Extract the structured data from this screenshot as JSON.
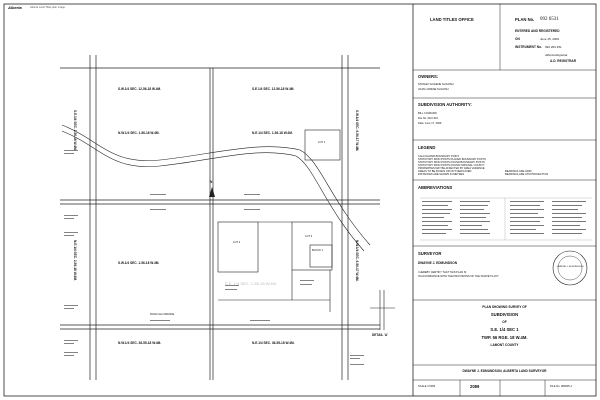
{
  "header": {
    "logo": "Alberta",
    "disclaimer": "Alberta Land Titles plan image"
  },
  "titleblock": {
    "office": "LAND TITLES OFFICE",
    "plan_label": "PLAN No.",
    "plan_number": "092 6531",
    "entered_label": "ENTERED AND REGISTERED",
    "on_label": "ON",
    "on_date": "June 15, 2009",
    "instrument_label": "INSTRUMENT No.",
    "instrument_number": "092 263 451",
    "registrar_signature": "Alberta Registrar",
    "registrar_title": "A.D. REGISTRAR",
    "owners_heading": "OWNERS:",
    "owners": [
      "STANLEY EUGENE SLIGOSH",
      "JOAN LORENE SLIGOSH"
    ],
    "subdivision_authority_heading": "SUBDIVISION AUTHORITY:",
    "authority_lines": [
      "BILL COLBURN",
      "File No. 08-0-010",
      "Date: June 17, 2009"
    ],
    "legend_heading": "LEGEND",
    "legend_lines": [
      "CALCULATED BOUNDARY POINT",
      "STATUTORY IRON POSTS PLACED BOUNDARY POSTS",
      "STATUTORY IRON POSTS FOUND BOUNDARY POSTS",
      "STATUTORY IRON POSTS FOUND ORIGINAL COUNTY",
      "PROPERTIES MAY BE AFFECTED BY AREA VARIANCE",
      "AREAS TO BE ROADS OR NOT DEDICATED",
      "DISTANCES ARE SHOWN IN METRES",
      "BEARINGS ARE GRID",
      "BEARINGS ARE UTM PROJECTION"
    ],
    "abbreviations_heading": "ABBREVIATIONS",
    "surveyor_heading": "SURVEYOR",
    "surveyor_name": "DWAYNE J. EDMUNDSON",
    "surveyor_lines": [
      "I HEREBY CERTIFY THAT THIS PLAN IS",
      "IN ACCORDANCE WITH THE PROVISIONS OF THE SURVEYS ACT"
    ],
    "stamp_text": "DWAYNE J. EDMUNDSON",
    "plan_showing_label": "PLAN SHOWING SURVEY OF",
    "subdivision_label": "SUBDIVISION",
    "of_label": "OF",
    "legal_1": "S.E. 1/4 SEC 1",
    "legal_2": "TWP. 56 RGE. 18 W.4M.",
    "county": "LAMONT COUNTY",
    "firm_line": "DWAYNE J. EDMUNDSON, ALBERTA LAND SURVEYOR",
    "scale_label": "SCALE 1:5000",
    "plan_code": "2089",
    "file_label": "FILE No. 080005-1"
  },
  "map": {
    "quarter_nw_top": "S.W.1/4 SEC. 12-56-18 W.4M.",
    "quarter_ne_top": "S.E.1/4 SEC. 12-56-18 W.4M.",
    "quarter_nw_mid": "N.W.1/4 SEC. 1-56-18 W.4M.",
    "quarter_ne_mid": "N.E.1/4 SEC. 1-56-18 W.4M.",
    "quarter_sw": "S.W.1/4 SEC. 1-56-18 W.4M.",
    "quarter_se_watermark": "S.E. 1/4 SEC. 1-56-18 W.4M.",
    "quarter_bottom_left": "N.W.1/4 SEC. 36-55-18 W.4M.",
    "quarter_bottom_right": "N.E.1/4 SEC. 36-55-18 W.4M.",
    "left_vertical": "S.E.1/4 SEC. 2-56-18 W.4M.",
    "left_vertical_lower": "N.E.1/4 SEC. 2-56-18 W.4M.",
    "right_vertical": "S.W.1/4 SEC. 6-56-17 W.4M.",
    "right_vertical_lower": "N.W.1/4 SEC. 6-56-17 W.4M.",
    "lot_1": "LOT 1",
    "lot_2": "LOT 2",
    "lot_3": "LOT 3",
    "block_1": "BLOCK 1",
    "detail_label": "DETAIL 'A'",
    "road_label": "ROAD ALLOWANCE",
    "north_arrow": "N"
  }
}
